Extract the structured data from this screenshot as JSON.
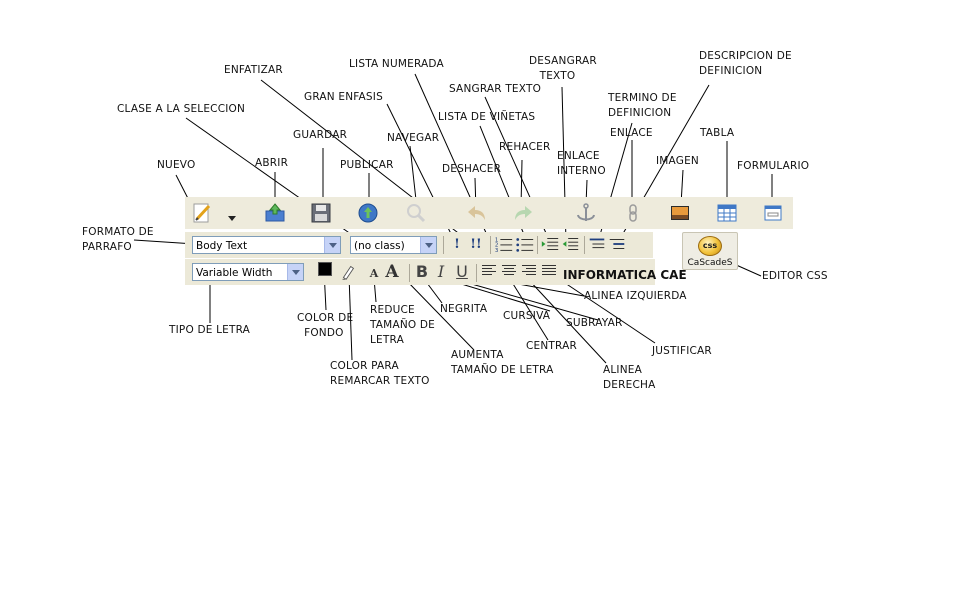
{
  "toolbar": {
    "paragraph_format_value": "Body Text",
    "class_value": "(no class)",
    "font_value": "Variable Width",
    "brand_text": "INFORMATICA CAE",
    "css_editor_caption": "CaScadeS",
    "css_badge_text": "css",
    "glyph_bold": "B",
    "glyph_italic": "I",
    "glyph_underline": "U",
    "glyph_small_a": "A",
    "glyph_big_a": "A",
    "glyph_emphasis": "!",
    "glyph_strong": "!!",
    "background_color": "#000000",
    "accent_blue": "#3f78c6"
  },
  "labels": {
    "nuevo": "NUEVO",
    "abrir": "ABRIR",
    "guardar": "GUARDAR",
    "publicar": "PUBLICAR",
    "navegar": "NAVEGAR",
    "deshacer": "DESHACER",
    "rehacer": "REHACER",
    "enfatizar": "ENFATIZAR",
    "clase_seleccion": "CLASE A LA SELECCION",
    "gran_enfasis": "GRAN ENFASIS",
    "lista_numerada": "LISTA NUMERADA",
    "sangrar_texto": "SANGRAR TEXTO",
    "lista_vinetas": "LISTA DE VIÑETAS",
    "desangrar_texto": "DESANGRAR\n   TEXTO",
    "enlace_interno": "ENLACE\nINTERNO",
    "termino_definicion": "TERMINO DE\nDEFINICION",
    "enlace": "ENLACE",
    "descripcion_definicion": "DESCRIPCION DE\nDEFINICION",
    "tabla": "TABLA",
    "imagen": "IMAGEN",
    "formulario": "FORMULARIO",
    "formato_parrafo": "FORMATO DE\nPARRAFO",
    "editor_css": "EDITOR CSS",
    "tipo_letra": "TIPO DE LETRA",
    "color_fondo": "COLOR DE\n  FONDO",
    "color_remarcar": "COLOR PARA\nREMARCAR TEXTO",
    "reduce_tamano": "REDUCE\nTAMAÑO DE\nLETRA",
    "negrita": "NEGRITA",
    "aumenta_tamano": "AUMENTA\nTAMAÑO DE LETRA",
    "cursiva": "CURSIVA",
    "subrayar": "SUBRAYAR",
    "centrar": "CENTRAR",
    "alinea_izquierda": "ALINEA IZQUIERDA",
    "justificar": "JUSTIFICAR",
    "alinea_derecha": "ALINEA\nDERECHA"
  }
}
